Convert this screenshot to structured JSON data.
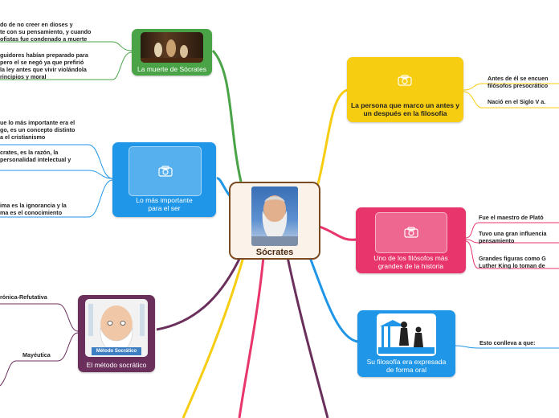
{
  "center": {
    "title": "Sócrates"
  },
  "topics": {
    "muerte": {
      "label": "La muerte de Sócrates",
      "color": "#4aa447"
    },
    "importante": {
      "label": "Lo más importante para el ser",
      "color": "#1f96e8"
    },
    "metodo": {
      "label": "El método socrático",
      "color": "#6b2f5c",
      "image_caption": "Método Socrático"
    },
    "marco": {
      "label": "La persona que marco un antes y un después en la filosofia",
      "color": "#f7cd12"
    },
    "filosofos": {
      "label": "Uno de los filósofos más grandes de la historia",
      "color": "#e8356b"
    },
    "oral": {
      "label": "Su filosofía era expresada de forma oral",
      "color": "#1f96e8"
    }
  },
  "leaves": {
    "muerte_1": "do de no creer en dioses y\nte con su pensamiento, y cuando\nofistas fue condenado a muerte",
    "muerte_2": "guidores habían preparado para\npero el se negó ya que prefirió\nla ley antes que vivir violándola\nrincipios y moral",
    "imp_1": "ue lo más importante era el\ngo, es un concepto distinto\na el cristianismo",
    "imp_2": "crates, es la razón, la\npersonalidad intelectual y",
    "imp_3": "ima es la ignorancia y la\nma es el conocimiento",
    "met_1": "rónica-Refutativa",
    "met_2": "Mayéutica",
    "marco_1": "Antes de él se encuen\nfilósofos presocrático",
    "marco_2": "Nació en el Siglo V a.",
    "filo_1": "Fue el maestro de Plató",
    "filo_2": "Tuvo una gran influencia\npensamiento",
    "filo_3": "Grandes figuras como G\nLuther King lo toman de",
    "oral_1": "Esto conlleva a que:"
  },
  "colors": {
    "green": "#4aa447",
    "blue": "#1f96e8",
    "purple": "#6b2f5c",
    "yellow": "#f7cd12",
    "pink": "#e8356b",
    "center_border": "#7a4a22"
  },
  "icons": [
    "camera-icon",
    "painting-image",
    "socrates-portrait",
    "statue-image",
    "method-illustration"
  ]
}
